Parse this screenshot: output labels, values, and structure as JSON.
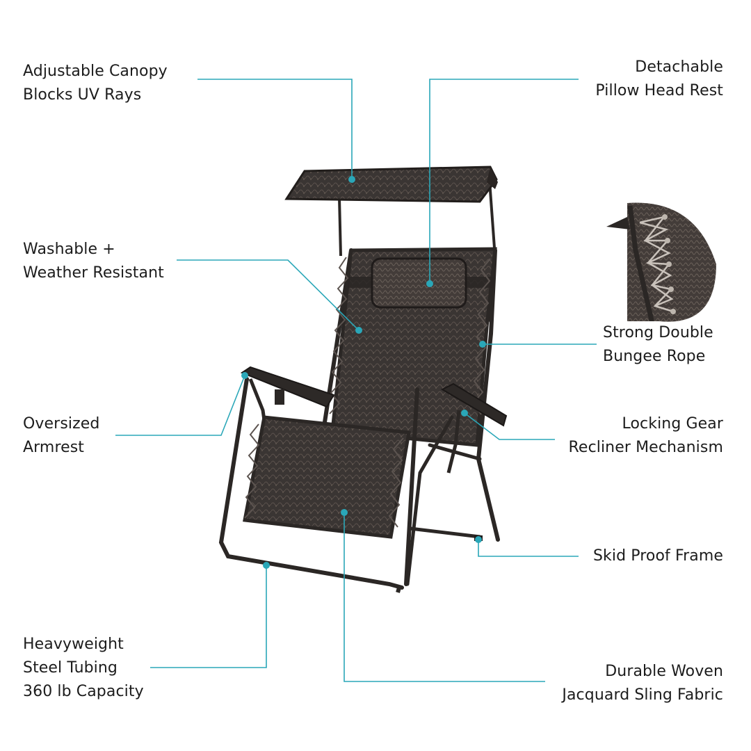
{
  "accent_color": "#2aa7b8",
  "product": "zero gravity lounge chair with canopy",
  "callouts": {
    "canopy": [
      "Adjustable Canopy",
      "Blocks UV Rays"
    ],
    "pillow": [
      "Detachable",
      "Pillow Head Rest"
    ],
    "weather": [
      "Washable +",
      "Weather Resistant"
    ],
    "bungee": [
      "Strong Double",
      "Bungee Rope"
    ],
    "armrest": [
      "Oversized",
      "Armrest"
    ],
    "gear": [
      "Locking Gear",
      "Recliner Mechanism"
    ],
    "skid": [
      "Skid Proof Frame"
    ],
    "tubing": [
      "Heavyweight",
      "Steel Tubing",
      "360 lb Capacity"
    ],
    "fabric": [
      "Durable Woven",
      "Jacquard Sling Fabric"
    ]
  }
}
